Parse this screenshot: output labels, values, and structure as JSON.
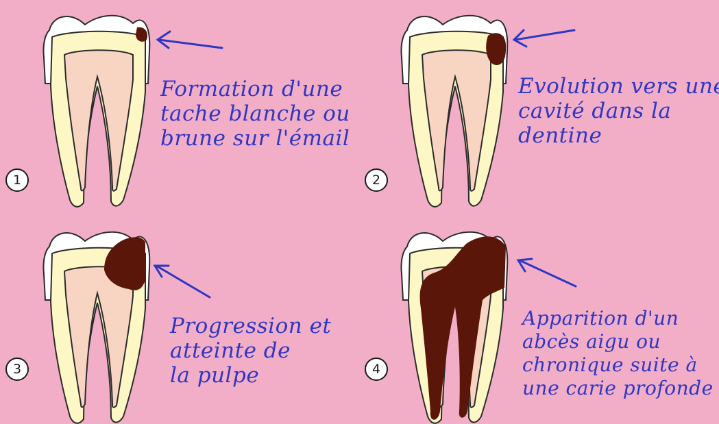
{
  "colors": {
    "background": "#f2aec7",
    "enamel": "#ffffff",
    "dentin": "#fdf7c6",
    "pulp": "#f8d5c2",
    "caries": "#5a1608",
    "outline": "#2b2b2b",
    "text": "#2f36c4"
  },
  "stages": [
    {
      "number": "1",
      "caption": [
        "Formation d'une",
        "tache blanche ou",
        "brune sur l'émail"
      ],
      "arrow_icon": "arrow-left-icon"
    },
    {
      "number": "2",
      "caption": [
        "Evolution vers une",
        "cavité dans la",
        "dentine"
      ],
      "arrow_icon": "arrow-left-icon"
    },
    {
      "number": "3",
      "caption": [
        "Progression et",
        "atteinte de",
        "la pulpe"
      ],
      "arrow_icon": "arrow-up-left-icon"
    },
    {
      "number": "4",
      "caption": [
        "Apparition d'un",
        "abcès aigu ou",
        "chronique suite à",
        "une carie profonde"
      ],
      "arrow_icon": "arrow-up-left-icon"
    }
  ]
}
